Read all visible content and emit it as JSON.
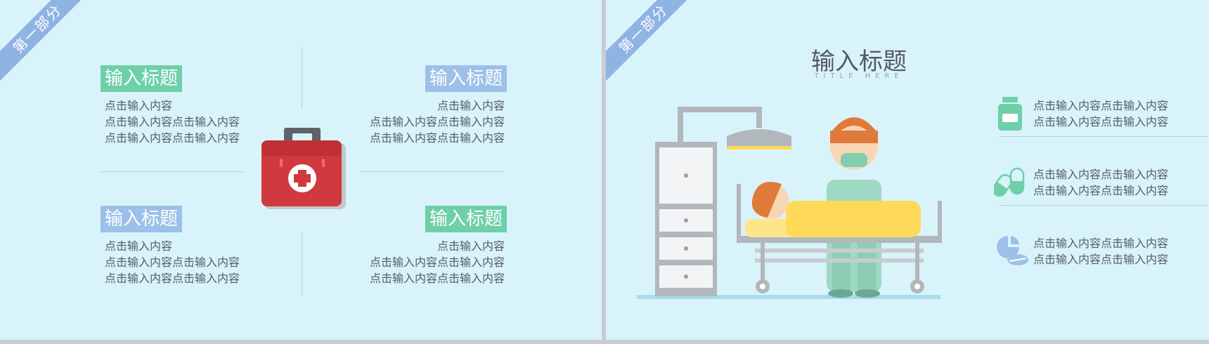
{
  "slide1": {
    "ribbon": "第一部分",
    "sections": [
      {
        "title": "输入标题",
        "lines": [
          "点击输入内容",
          "点击输入内容点击输入内容",
          "点击输入内容点击输入内容"
        ]
      },
      {
        "title": "输入标题",
        "lines": [
          "点击输入内容",
          "点击输入内容点击输入内容",
          "点击输入内容点击输入内容"
        ]
      },
      {
        "title": "输入标题",
        "lines": [
          "点击输入内容",
          "点击输入内容点击输入内容",
          "点击输入内容点击输入内容"
        ]
      },
      {
        "title": "输入标题",
        "lines": [
          "点击输入内容",
          "点击输入内容点击输入内容",
          "点击输入内容点击输入内容"
        ]
      }
    ],
    "center_icon": "first-aid-kit-icon"
  },
  "slide2": {
    "ribbon": "第一部分",
    "title": "输入标题",
    "subtitle": "TITLE HERE",
    "illustration": "hospital-bed-scene",
    "items": [
      {
        "icon": "medicine-bottle-icon",
        "lines": [
          "点击输入内容点击输入内容",
          "点击输入内容点击输入内容"
        ]
      },
      {
        "icon": "capsule-pills-icon",
        "lines": [
          "点击输入内容点击输入内容",
          "点击输入内容点击输入内容"
        ]
      },
      {
        "icon": "pill-tablet-icon",
        "lines": [
          "点击输入内容点击输入内容",
          "点击输入内容点击输入内容"
        ]
      }
    ]
  },
  "colors": {
    "background": "#d9f3fb",
    "green": "#6ecfa9",
    "blue": "#9cc0e8",
    "text": "#555d63"
  }
}
